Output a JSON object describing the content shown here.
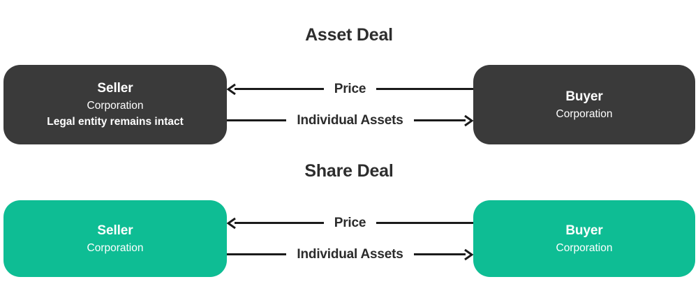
{
  "colors": {
    "dark_box": "#3A3A3A",
    "teal_box": "#0EBD94",
    "title_text": "#2D2D2D",
    "arrow": "#1A1A1A",
    "box_text": "#FFFFFF",
    "background": "#FFFFFF"
  },
  "sections": [
    {
      "title": "Asset Deal",
      "theme": "dark",
      "left_box": {
        "title": "Seller",
        "subtitle": "Corporation",
        "note": "Legal entity remains intact"
      },
      "right_box": {
        "title": "Buyer",
        "subtitle": "Corporation"
      },
      "arrows": [
        {
          "label": "Price",
          "direction": "left"
        },
        {
          "label": "Individual Assets",
          "direction": "right"
        }
      ]
    },
    {
      "title": "Share Deal",
      "theme": "teal",
      "left_box": {
        "title": "Seller",
        "subtitle": "Corporation"
      },
      "right_box": {
        "title": "Buyer",
        "subtitle": "Corporation"
      },
      "arrows": [
        {
          "label": "Price",
          "direction": "left"
        },
        {
          "label": "Individual Assets",
          "direction": "right"
        }
      ]
    }
  ]
}
